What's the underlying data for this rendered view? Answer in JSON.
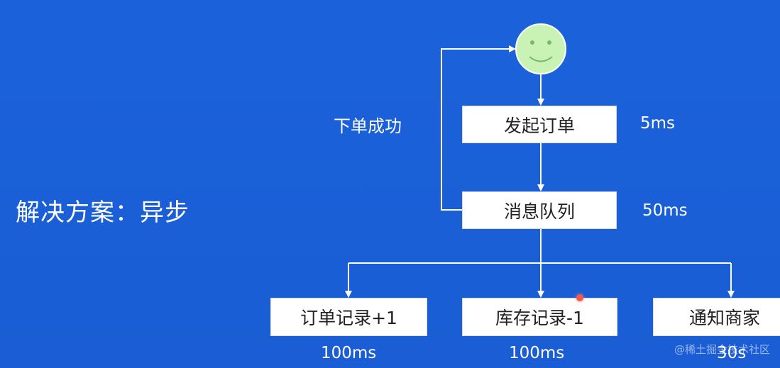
{
  "title": "解决方案：异步",
  "return_label": "下单成功",
  "nodes": {
    "order": {
      "label": "发起订单",
      "time": "5ms"
    },
    "mq": {
      "label": "消息队列",
      "time": "50ms"
    },
    "record": {
      "label": "订单记录+1",
      "time": "100ms"
    },
    "stock": {
      "label": "库存记录-1",
      "time": "100ms"
    },
    "notify": {
      "label": "通知商家",
      "time": "30s"
    }
  },
  "watermark": "@稀土掘金技术社区",
  "colors": {
    "background": "#1b62da",
    "box": "#ffffff",
    "smiley_face": "#c9f3b5",
    "smiley_feature": "#7bb56e"
  },
  "icons": [
    "smiley-face-icon",
    "arrow-icon",
    "cursor-dot-icon"
  ]
}
